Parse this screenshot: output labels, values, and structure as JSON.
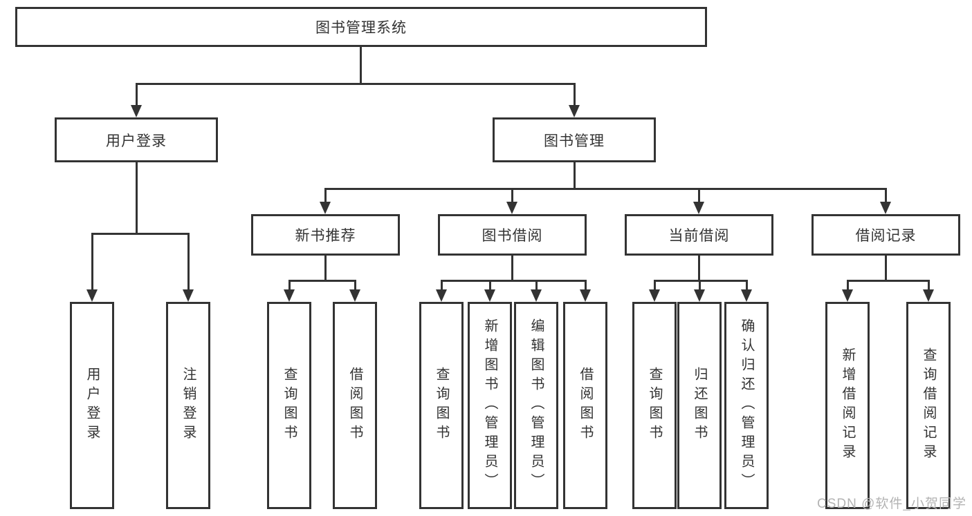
{
  "diagram": {
    "root": {
      "label": "图书管理系统"
    },
    "branches": [
      {
        "label": "用户登录",
        "children": [
          {
            "label": "用户登录"
          },
          {
            "label": "注销登录"
          }
        ]
      },
      {
        "label": "图书管理",
        "groups": [
          {
            "label": "新书推荐",
            "children": [
              {
                "label": "查询图书"
              },
              {
                "label": "借阅图书"
              }
            ]
          },
          {
            "label": "图书借阅",
            "children": [
              {
                "label": "查询图书"
              },
              {
                "label": "新增图书（管理员）"
              },
              {
                "label": "编辑图书（管理员）"
              },
              {
                "label": "借阅图书"
              }
            ]
          },
          {
            "label": "当前借阅",
            "children": [
              {
                "label": "查询图书"
              },
              {
                "label": "归还图书"
              },
              {
                "label": "确认归还（管理员）"
              }
            ]
          },
          {
            "label": "借阅记录",
            "children": [
              {
                "label": "新增借阅记录"
              },
              {
                "label": "查询借阅记录"
              }
            ]
          }
        ]
      }
    ]
  },
  "watermark": {
    "text": "CSDN @软件_小贺同学"
  },
  "colors": {
    "line": "#333333",
    "text": "#333333",
    "watermark": "#b3b3b3",
    "background": "#ffffff"
  }
}
